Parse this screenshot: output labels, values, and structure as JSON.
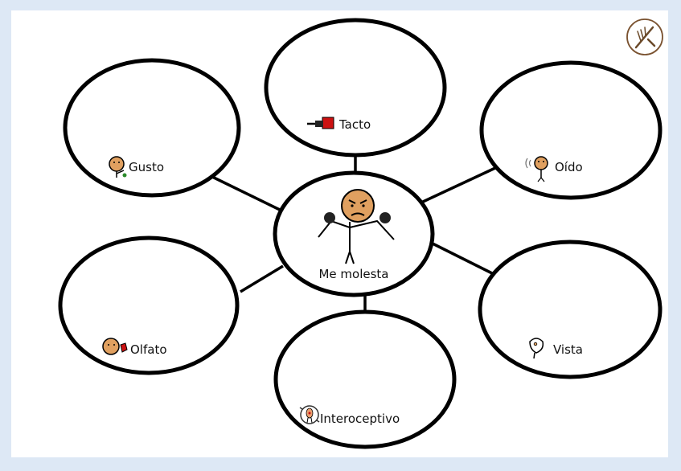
{
  "center": {
    "label": "Me molesta",
    "icon": "angry-person-icon"
  },
  "senses": [
    {
      "label": "Tacto",
      "icon": "hand-touch-icon"
    },
    {
      "label": "Gusto",
      "icon": "taste-face-icon"
    },
    {
      "label": "Oído",
      "icon": "hearing-face-icon"
    },
    {
      "label": "Olfato",
      "icon": "smell-face-icon"
    },
    {
      "label": "Vista",
      "icon": "sight-face-icon"
    },
    {
      "label": "Interoceptivo",
      "icon": "body-interoception-icon"
    }
  ],
  "logo": {
    "icon": "fork-knife-logo-icon"
  },
  "colors": {
    "outline": "#000000",
    "skin": "#e0a060",
    "accent_red": "#cc1111",
    "frame": "#dde8f5",
    "logo": "#7a5230"
  }
}
